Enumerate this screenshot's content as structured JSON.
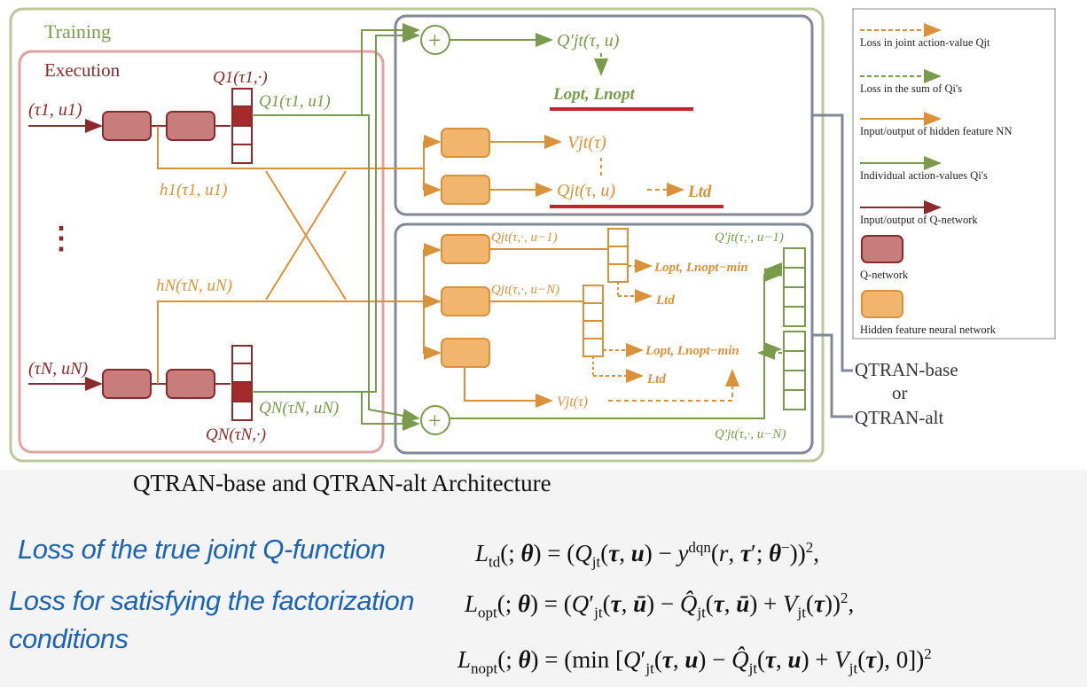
{
  "diagram": {
    "training_label": "Training",
    "execution_label": "Execution",
    "input_1": "(τ1, u1)",
    "input_N": "(τN, uN)",
    "dots": "⋮",
    "q1_vector_label": "Q1(τ1,·)",
    "q1_value_label": "Q1(τ1, u1)",
    "qN_vector_label": "QN(τN,·)",
    "qN_value_label": "QN(τN, uN)",
    "h1_label": "h1(τ1, u1)",
    "hN_label": "hN(τN, uN)",
    "top_qprime": "Q′jt(τ, u)",
    "top_loss_opt": "Lopt, Lnopt",
    "top_vjt": "Vjt(τ)",
    "top_qjt": "Qjt(τ, u)",
    "top_ltd": "Ltd",
    "alt_qjt_minus1": "Qjt(τ,·, u−1)",
    "alt_qjt_minusN": "Qjt(τ,·, u−N)",
    "alt_qprime_minus1": "Q′jt(τ,·, u−1)",
    "alt_qprime_minusN": "Q′jt(τ,·, u−N)",
    "alt_loss_1": "Lopt, Lnopt−min",
    "alt_ltd_1": "Ltd",
    "alt_loss_2": "Lopt, Lnopt−min",
    "alt_ltd_2": "Ltd",
    "alt_vjt": "Vjt(τ)",
    "plus_symbol": "+",
    "qtran_base": "QTRAN-base",
    "or": "or",
    "qtran_alt": "QTRAN-alt"
  },
  "legend": {
    "items": [
      "Loss in joint action-value Qjt",
      "Loss in the sum of Qi's",
      "Input/output of hidden feature NN",
      "Individual action-values Qi's",
      "Input/output of Q-network",
      "Q-network",
      "Hidden feature neural network"
    ]
  },
  "caption": "QTRAN-base and QTRAN-alt Architecture",
  "losses": {
    "label_td": "Loss of the true joint Q-function",
    "label_fact_1": "Loss for satisfying the factorization",
    "label_fact_2": "conditions"
  },
  "colors": {
    "green": "#7a9a4c",
    "orange": "#d9923a",
    "maroon": "#8b2a2a",
    "loss_red": "#c0262c",
    "gray_box": "#808898",
    "blue_text": "#1b63b5"
  }
}
